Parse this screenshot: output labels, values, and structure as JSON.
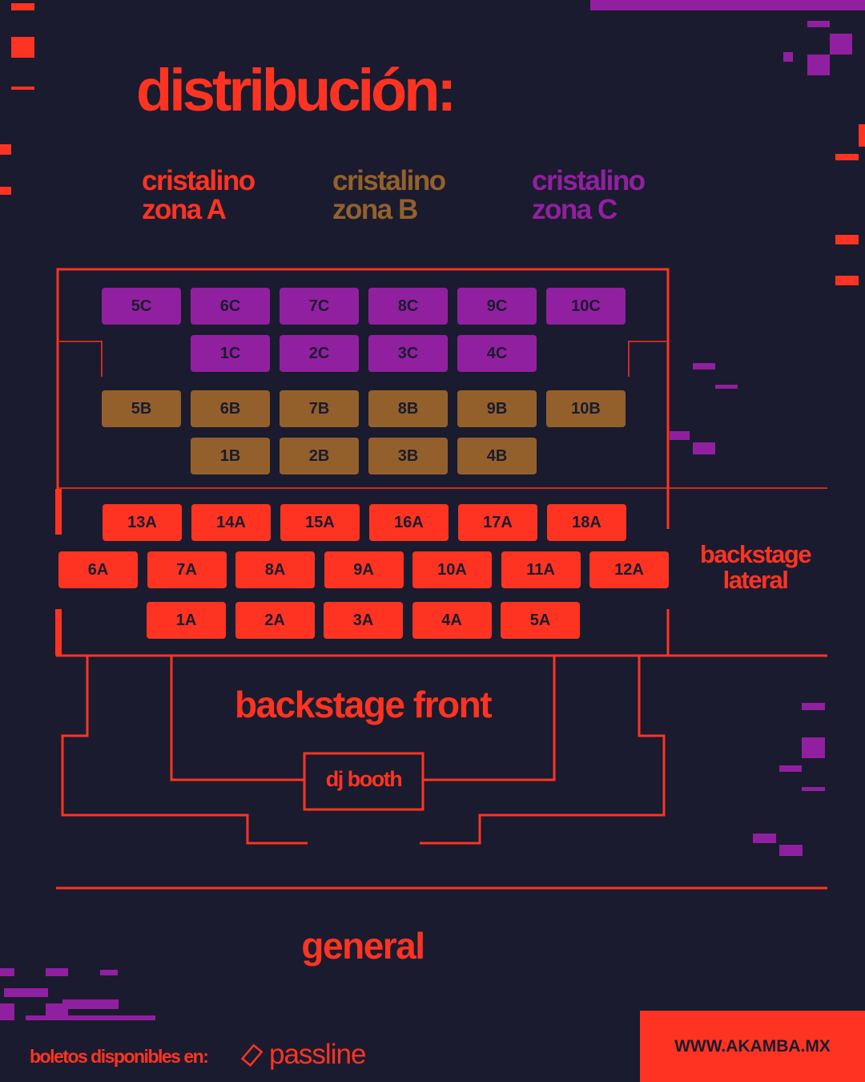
{
  "title": "distribución:",
  "zones": [
    {
      "line1": "cristalino",
      "line2": "zona A",
      "color": "#ff3322"
    },
    {
      "line1": "cristalino",
      "line2": "zona B",
      "color": "#93602c"
    },
    {
      "line1": "cristalino",
      "line2": "zona C",
      "color": "#9120a0"
    }
  ],
  "seats": {
    "c_row1": [
      "5C",
      "6C",
      "7C",
      "8C",
      "9C",
      "10C"
    ],
    "c_row2": [
      "1C",
      "2C",
      "3C",
      "4C"
    ],
    "b_row1": [
      "5B",
      "6B",
      "7B",
      "8B",
      "9B",
      "10B"
    ],
    "b_row2": [
      "1B",
      "2B",
      "3B",
      "4B"
    ],
    "a_row1": [
      "13A",
      "14A",
      "15A",
      "16A",
      "17A",
      "18A"
    ],
    "a_row2": [
      "6A",
      "7A",
      "8A",
      "9A",
      "10A",
      "11A",
      "12A"
    ],
    "a_row3": [
      "1A",
      "2A",
      "3A",
      "4A",
      "5A"
    ]
  },
  "areas": {
    "backstage_lateral_1": "backstage",
    "backstage_lateral_2": "lateral",
    "backstage_front": "backstage front",
    "dj_booth": "dj booth",
    "general": "general"
  },
  "footer": {
    "tickets_text": "boletos disponibles en:",
    "ticket_brand": "passline",
    "website": "WWW.AKAMBA.MX"
  },
  "colors": {
    "background": "#1a1b2e",
    "red": "#ff3322",
    "purple": "#9120a0",
    "brown": "#93602c"
  }
}
